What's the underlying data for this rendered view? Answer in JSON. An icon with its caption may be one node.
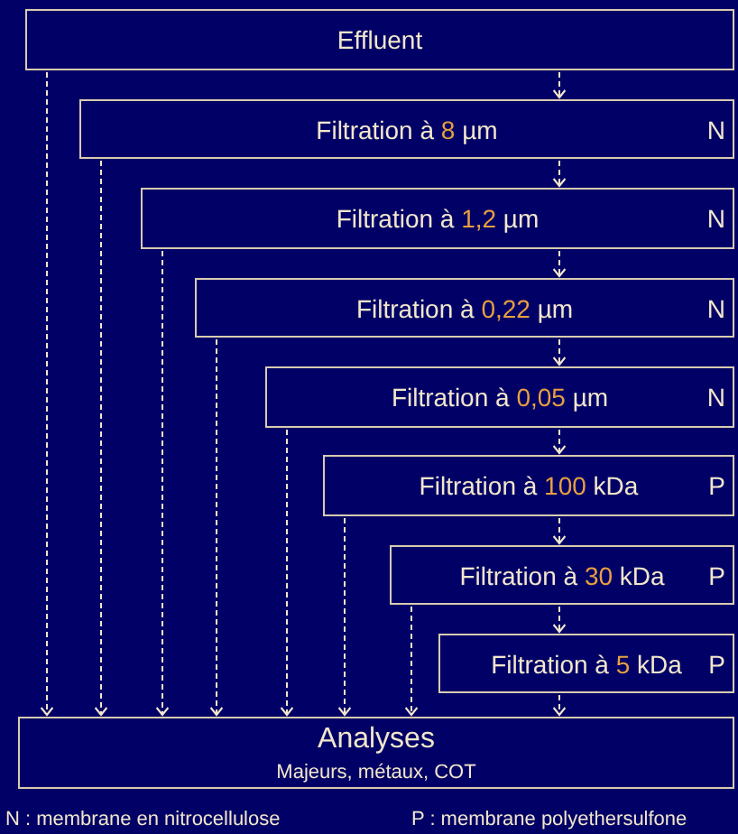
{
  "diagram": {
    "nodes": [
      {
        "text": [
          "Effluent"
        ]
      },
      {
        "text": [
          "Filtration à **8** µm",
          "N"
        ]
      },
      {
        "text": [
          "Filtration à **1,2** µm",
          "N"
        ]
      },
      {
        "text": [
          "Filtration à **0,22** µm",
          "N"
        ]
      },
      {
        "text": [
          "Filtration à **0,05** µm",
          "N"
        ]
      },
      {
        "text": [
          "Filtration à **100** kDa",
          "P"
        ]
      },
      {
        "text": [
          "Filtration à **30** kDa",
          "P"
        ]
      },
      {
        "text": [
          "Filtration à **5** kDa",
          "P"
        ]
      },
      {
        "text": [
          "Analyses",
          "Majeurs, métaux, COT"
        ]
      }
    ],
    "edges": [
      {
        "from": 0,
        "to": 1,
        "arrow": "to",
        "style": "dashed"
      },
      {
        "from": 1,
        "to": 2,
        "arrow": "to",
        "style": "dashed"
      },
      {
        "from": 2,
        "to": 3,
        "arrow": "to",
        "style": "dashed"
      },
      {
        "from": 3,
        "to": 4,
        "arrow": "to",
        "style": "dashed"
      },
      {
        "from": 4,
        "to": 5,
        "arrow": "to",
        "style": "dashed"
      },
      {
        "from": 5,
        "to": 6,
        "arrow": "to",
        "style": "dashed"
      },
      {
        "from": 6,
        "to": 7,
        "arrow": "to",
        "style": "dashed"
      },
      {
        "from": 7,
        "to": 8,
        "arrow": "to",
        "style": "dashed"
      },
      {
        "from": 0,
        "to": 8,
        "arrow": "to",
        "style": "dashed"
      },
      {
        "from": 1,
        "to": 8,
        "arrow": "to",
        "style": "dashed"
      },
      {
        "from": 2,
        "to": 8,
        "arrow": "to",
        "style": "dashed"
      },
      {
        "from": 3,
        "to": 8,
        "arrow": "to",
        "style": "dashed"
      },
      {
        "from": 4,
        "to": 8,
        "arrow": "to",
        "style": "dashed"
      },
      {
        "from": 5,
        "to": 8,
        "arrow": "to",
        "style": "dashed"
      },
      {
        "from": 6,
        "to": 8,
        "arrow": "to",
        "style": "dashed"
      }
    ],
    "labels": [
      "N : membrane en nitrocellulose",
      "P : membrane polyethersulfone"
    ]
  }
}
